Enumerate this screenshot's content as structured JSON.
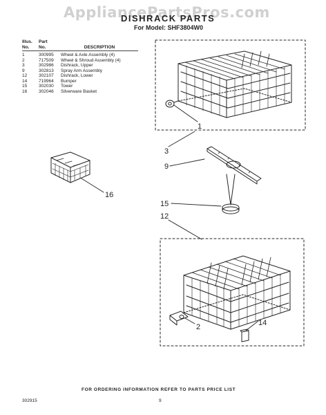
{
  "watermark": "AppliancePartsPros.com",
  "header": {
    "title": "DISHRACK PARTS",
    "model_line": "For Model: SHF3804W0"
  },
  "parts_table": {
    "headers": {
      "illus": "Illus.\nNo.",
      "part": "Part\nNo.",
      "description": "DESCRIPTION"
    },
    "rows": [
      {
        "illus": "1",
        "part": "300995",
        "description": "Wheel & Axle Assembly (4)"
      },
      {
        "illus": "2",
        "part": "717509",
        "description": "Wheel & Shroud Assembly (4)"
      },
      {
        "illus": "3",
        "part": "302986",
        "description": "Dishrack, Upper"
      },
      {
        "illus": "9",
        "part": "302813",
        "description": "Spray Arm Assembly"
      },
      {
        "illus": "12",
        "part": "302107",
        "description": "Dishrack, Lower"
      },
      {
        "illus": "14",
        "part": "719964",
        "description": "Bumper"
      },
      {
        "illus": "15",
        "part": "302030",
        "description": "Tower"
      },
      {
        "illus": "16",
        "part": "302046",
        "description": "Silverware Basket"
      }
    ]
  },
  "callouts": {
    "c1": "1",
    "c2": "2",
    "c3": "3",
    "c9": "9",
    "c12": "12",
    "c14": "14",
    "c15": "15",
    "c16": "16"
  },
  "footer": {
    "notice": "FOR ORDERING INFORMATION REFER TO PARTS PRICE LIST",
    "doc_code": "302915",
    "page": "9"
  }
}
